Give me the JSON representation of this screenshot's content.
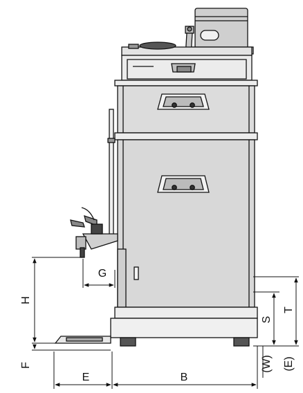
{
  "diagram": {
    "labels": {
      "H": "H",
      "G": "G",
      "F": "F",
      "E": "E",
      "B": "B",
      "S": "S",
      "T": "T",
      "W": "(W)",
      "E2": "(E)"
    },
    "colors": {
      "line": "#111111",
      "panel": "#d9d9d9",
      "panel_light": "#ececec",
      "background": "#ffffff"
    }
  }
}
